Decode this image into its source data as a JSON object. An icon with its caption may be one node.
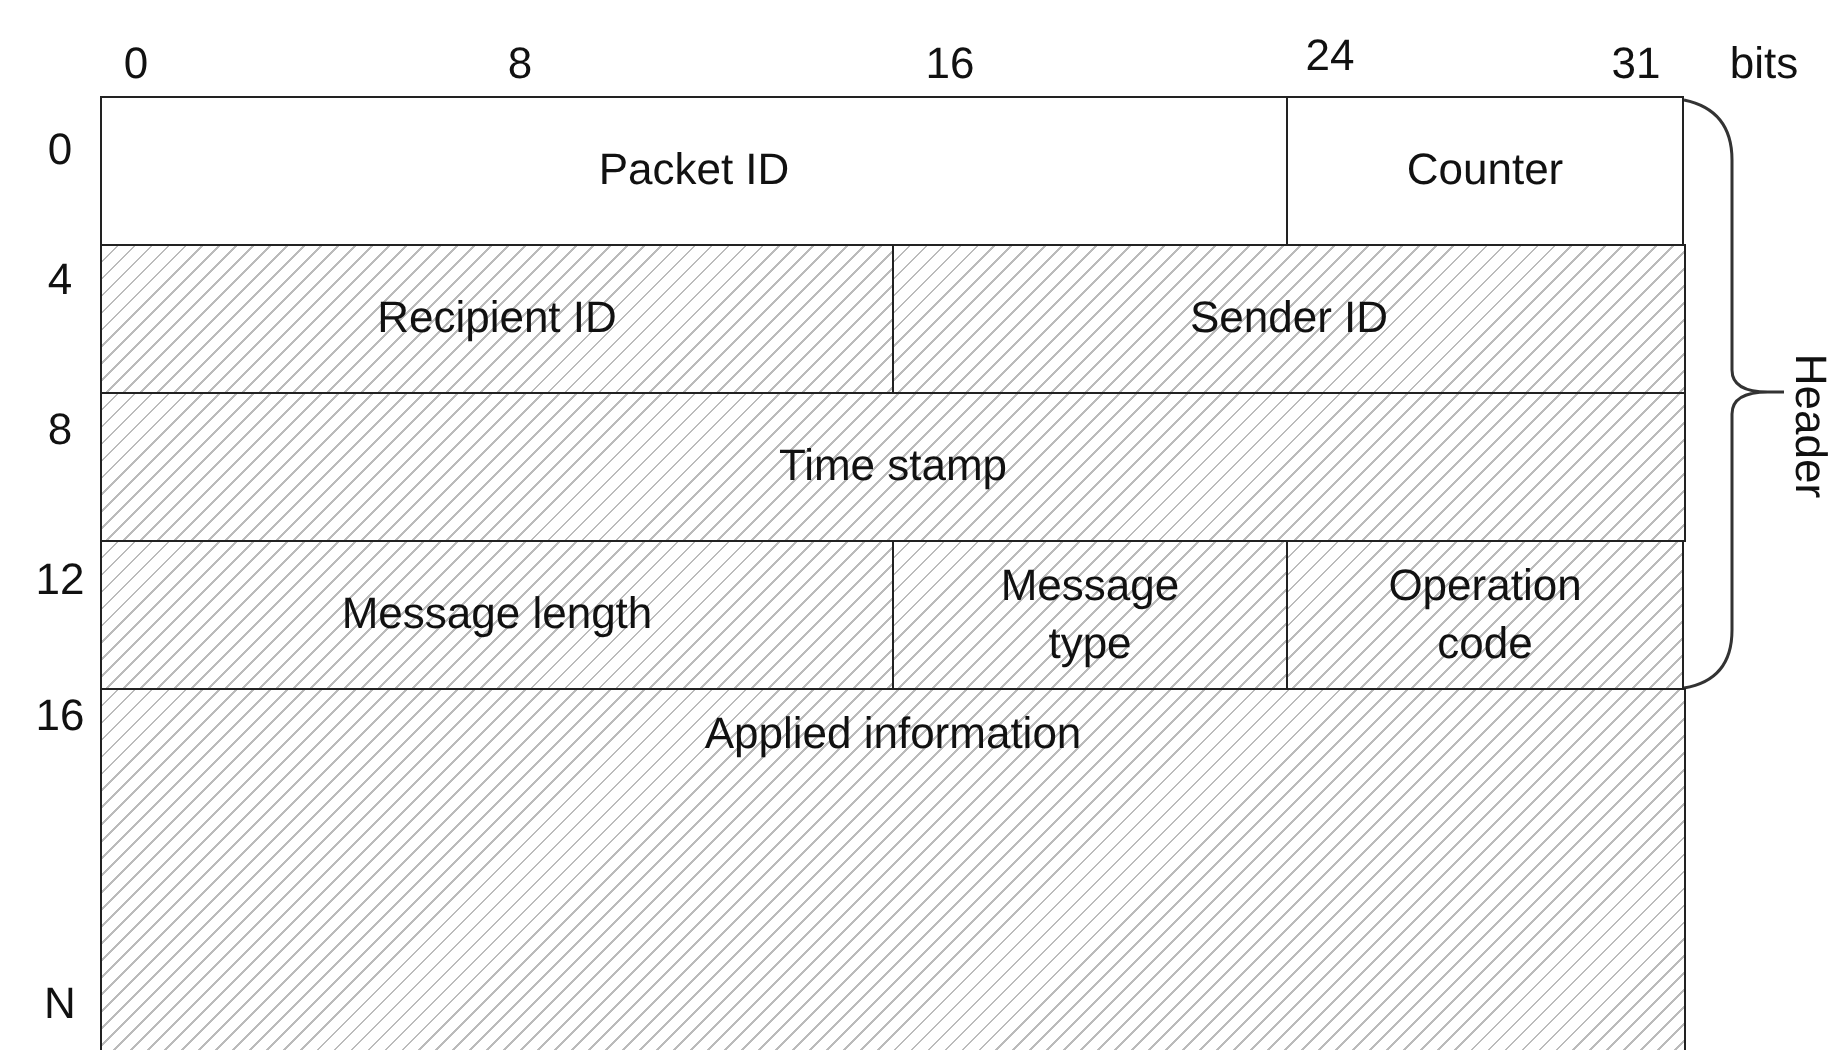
{
  "diagram": {
    "nodes": [
      {
        "text": [
          "Packet ID"
        ]
      },
      {
        "text": [
          "Counter"
        ]
      },
      {
        "text": [
          "Recipient ID"
        ]
      },
      {
        "text": [
          "Sender ID"
        ]
      },
      {
        "text": [
          "Time stamp"
        ]
      },
      {
        "text": [
          "Message length"
        ]
      },
      {
        "text": [
          "Message type"
        ]
      },
      {
        "text": [
          "Operation code"
        ]
      },
      {
        "text": [
          "Applied information"
        ]
      }
    ],
    "labels": [
      "0",
      "8",
      "16",
      "24",
      "31",
      "bits",
      "0",
      "4",
      "8",
      "12",
      "16",
      "N",
      "Header"
    ]
  }
}
